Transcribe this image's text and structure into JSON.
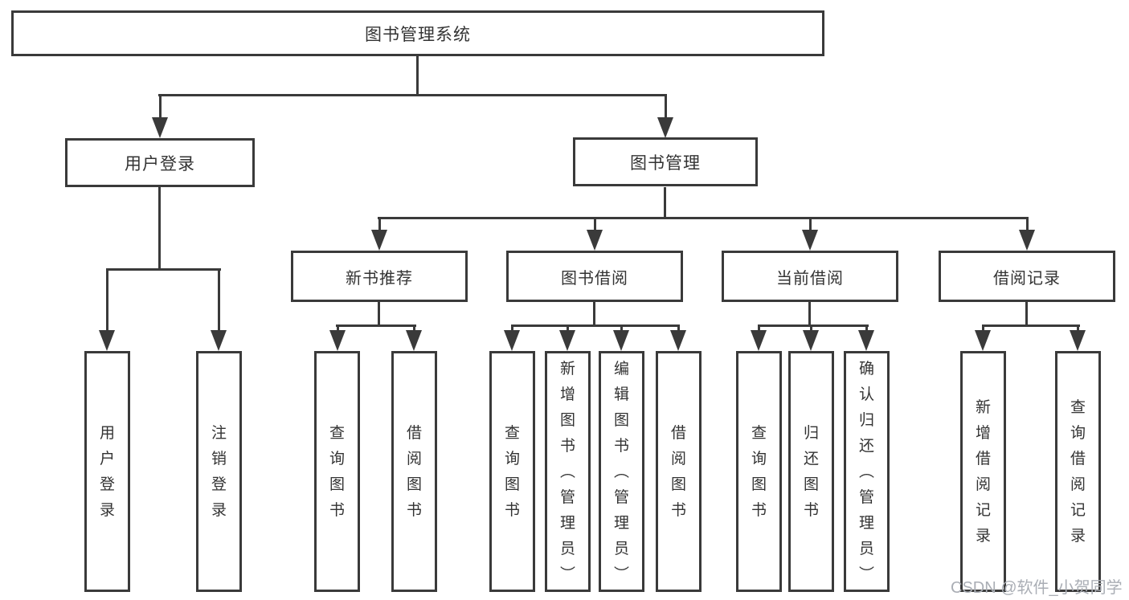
{
  "tree": {
    "root": {
      "label": "图书管理系统"
    },
    "children": [
      {
        "label": "用户登录",
        "children": [
          {
            "label": "用户登录"
          },
          {
            "label": "注销登录"
          }
        ]
      },
      {
        "label": "图书管理",
        "children": [
          {
            "label": "新书推荐",
            "children": [
              {
                "label": "查询图书"
              },
              {
                "label": "借阅图书"
              }
            ]
          },
          {
            "label": "图书借阅",
            "children": [
              {
                "label": "查询图书"
              },
              {
                "label": "新增图书（管理员）"
              },
              {
                "label": "编辑图书（管理员）"
              },
              {
                "label": "借阅图书"
              }
            ]
          },
          {
            "label": "当前借阅",
            "children": [
              {
                "label": "查询图书"
              },
              {
                "label": "归还图书"
              },
              {
                "label": "确认归还（管理员）"
              }
            ]
          },
          {
            "label": "借阅记录",
            "children": [
              {
                "label": "新增借阅记录"
              },
              {
                "label": "查询借阅记录"
              }
            ]
          }
        ]
      }
    ]
  },
  "watermark": {
    "text": "CSDN @软件_小贺同学"
  },
  "colors": {
    "line": "#3a3a3a",
    "text": "#333333",
    "watermark": "#aaaeb5",
    "background": "#ffffff"
  }
}
